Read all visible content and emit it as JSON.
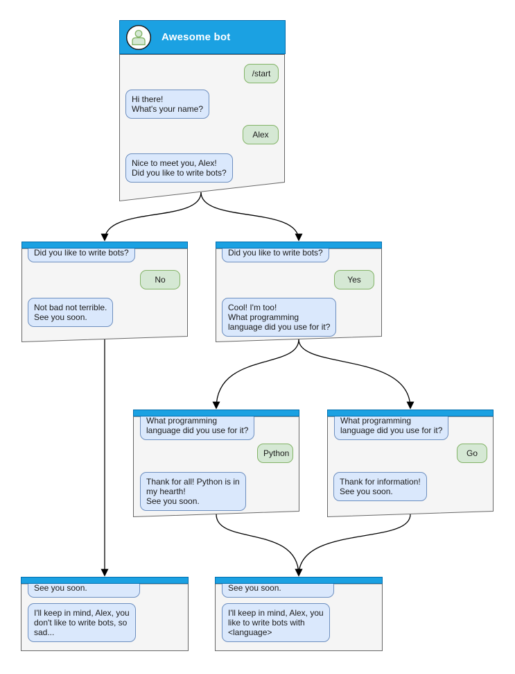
{
  "colors": {
    "header_blue": "#1ba1e2",
    "header_border": "#006eaf",
    "window_fill": "#f5f5f5",
    "window_border": "#666666",
    "bot_bubble_fill": "#dae8fc",
    "bot_bubble_border": "#6c8ebf",
    "user_bubble_fill": "#d5e8d4",
    "user_bubble_border": "#82b366",
    "connector": "#000000",
    "title_text": "#ffffff",
    "message_text": "#1a1a1a",
    "background": "#ffffff"
  },
  "windows": [
    {
      "id": "start",
      "title": "Awesome bot",
      "messages": [
        {
          "from": "user",
          "text": "/start"
        },
        {
          "from": "bot",
          "text": "Hi there!\nWhat's your name?"
        },
        {
          "from": "user",
          "text": "Alex"
        },
        {
          "from": "bot",
          "text": "Nice to meet you, Alex!\nDid you like to write bots?"
        }
      ]
    },
    {
      "id": "branch-no",
      "messages": [
        {
          "from": "bot",
          "text": "Did you like to write bots?"
        },
        {
          "from": "user",
          "text": "No"
        },
        {
          "from": "bot",
          "text": "Not bad not terrible.\nSee you soon."
        }
      ]
    },
    {
      "id": "branch-yes",
      "messages": [
        {
          "from": "bot",
          "text": "Did you like to write bots?"
        },
        {
          "from": "user",
          "text": "Yes"
        },
        {
          "from": "bot",
          "text": "Cool! I'm too!\nWhat programming\nlanguage did you use for it?"
        }
      ]
    },
    {
      "id": "branch-python",
      "messages": [
        {
          "from": "bot",
          "text": "What programming\nlanguage did you use for it?"
        },
        {
          "from": "user",
          "text": "Python"
        },
        {
          "from": "bot",
          "text": "Thank for all! Python is in\nmy hearth!\nSee you soon."
        }
      ]
    },
    {
      "id": "branch-go",
      "messages": [
        {
          "from": "bot",
          "text": "What programming\nlanguage did you use for it?"
        },
        {
          "from": "user",
          "text": "Go"
        },
        {
          "from": "bot",
          "text": "Thank for information!\nSee you soon."
        }
      ]
    },
    {
      "id": "end-no",
      "messages": [
        {
          "from": "bot",
          "text": "See you soon."
        },
        {
          "from": "bot",
          "text": "I'll keep in mind, Alex, you\ndon't like to write bots, so\nsad..."
        }
      ]
    },
    {
      "id": "end-yes",
      "messages": [
        {
          "from": "bot",
          "text": "See you soon."
        },
        {
          "from": "bot",
          "text": "I'll keep in mind, Alex, you\nlike to write bots with\n<language>"
        }
      ]
    }
  ]
}
